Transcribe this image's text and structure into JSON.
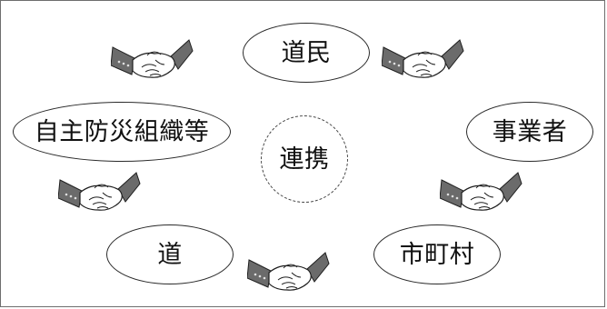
{
  "nodes": {
    "top": "道民",
    "left": "自主防災組織等",
    "right": "事業者",
    "bottom_left": "道",
    "bottom_right": "市町村",
    "center": "連携"
  },
  "icons": {
    "connector": "handshake-icon"
  }
}
